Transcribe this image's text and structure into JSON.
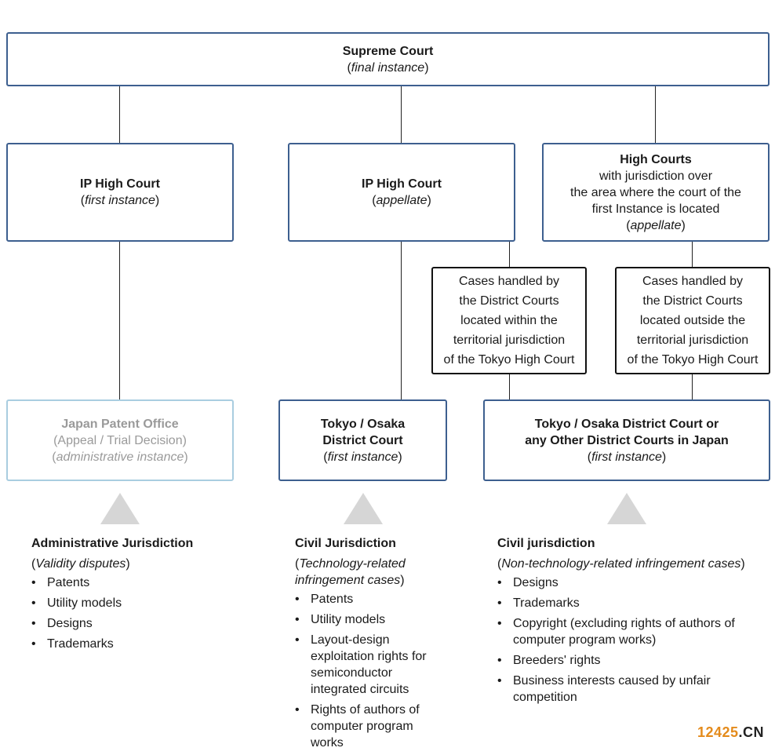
{
  "supreme": {
    "title": "Supreme Court",
    "paren_open": "(",
    "sub": "final instance",
    "paren_close": ")"
  },
  "ip_high_first": {
    "title": "IP High Court",
    "paren_open": "(",
    "sub": "first instance",
    "paren_close": ")"
  },
  "ip_high_appellate": {
    "title": "IP High Court",
    "paren_open": "(",
    "sub": "appellate",
    "paren_close": ")"
  },
  "high_courts": {
    "title": "High Courts",
    "line1": "with jurisdiction over",
    "line2": "the area where the court of the",
    "line3": "first Instance is located",
    "paren_open": "(",
    "sub": "appellate",
    "paren_close": ")"
  },
  "cases_within": {
    "l1": "Cases handled by",
    "l2": "the District Courts",
    "l3": "located within the",
    "l4": "territorial jurisdiction",
    "l5": "of the Tokyo High Court"
  },
  "cases_outside": {
    "l1": "Cases handled by",
    "l2": "the District Courts",
    "l3": "located outside the",
    "l4": "territorial jurisdiction",
    "l5": "of the Tokyo High Court"
  },
  "jpo": {
    "title": "Japan Patent Office",
    "line1": "(Appeal / Trial Decision)",
    "paren_open": "(",
    "sub": "administrative instance",
    "paren_close": ")"
  },
  "tokyo_osaka": {
    "title1": "Tokyo / Osaka",
    "title2": "District Court",
    "paren_open": "(",
    "sub": "first instance",
    "paren_close": ")"
  },
  "other_district": {
    "title1": "Tokyo / Osaka District Court or",
    "title2": "any Other District Courts in Japan",
    "paren_open": "(",
    "sub": "first instance",
    "paren_close": ")"
  },
  "admin_juris": {
    "heading": "Administrative Jurisdiction",
    "paren_open": "(",
    "sub": "Validity disputes",
    "paren_close": ")",
    "items": [
      "Patents",
      "Utility models",
      "Designs",
      "Trademarks"
    ]
  },
  "civil_tech": {
    "heading": "Civil Jurisdiction",
    "paren_open": "(",
    "sub_line1": "Technology-related",
    "sub_line2": "infringement cases",
    "paren_close": ")",
    "items": [
      "Patents",
      "Utility models",
      "Layout-design exploitation rights for semiconductor integrated circuits",
      "Rights of authors of computer program works"
    ]
  },
  "civil_nontech": {
    "heading": "Civil jurisdiction",
    "paren_open": "(",
    "sub": "Non-technology-related infringement cases",
    "paren_close": ")",
    "items": [
      "Designs",
      "Trademarks",
      "Copyright (excluding rights of authors of computer program works)",
      "Breeders' rights",
      "Business interests caused by unfair competition"
    ]
  },
  "bullet": "•",
  "watermark": {
    "num": "12425",
    "suffix": ".CN"
  }
}
